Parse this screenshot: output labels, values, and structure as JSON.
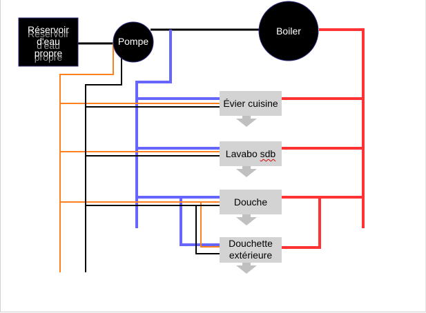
{
  "nodes": {
    "reservoir": {
      "label_line1": "Réservoir",
      "label_line2": "d'eau",
      "label_line3": "propre"
    },
    "pump": {
      "label": "Pompe"
    },
    "boiler": {
      "label": "Boiler"
    }
  },
  "fixtures": [
    {
      "id": "kitchen-sink",
      "label": "Évier cuisine"
    },
    {
      "id": "bathroom-basin",
      "label_word": "Lavabo",
      "label_misspelled": "sdb"
    },
    {
      "id": "shower",
      "label": "Douche"
    },
    {
      "id": "outdoor-hand-shower",
      "label_line1": "Douchette",
      "label_line2": "extérieure"
    }
  ],
  "colors": {
    "cold_water": "#6666ff",
    "hot_water": "#ff3333",
    "orange_line": "#ff7f1f",
    "black_line": "#000000",
    "fixture_box": "#d3d3d3",
    "arrow": "#c0c0c0",
    "node_fill": "#000000",
    "node_border": "#2b2b80"
  }
}
